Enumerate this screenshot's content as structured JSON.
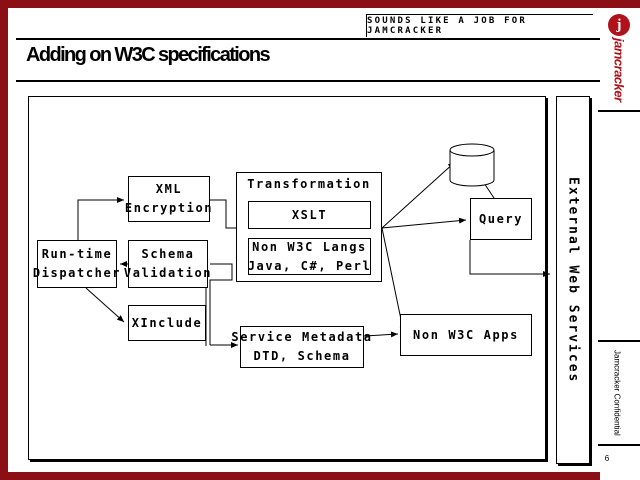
{
  "header": {
    "tagline": "SOUNDS LIKE A JOB FOR JAMCRACKER",
    "title": "Adding on W3C specifications"
  },
  "brand": {
    "logo_letter": "j",
    "logo_word": "jamcracker",
    "confidential": "Jamcracker Confidential",
    "page_number": "6"
  },
  "diagram": {
    "xml_encryption": [
      "XML",
      "Encryption"
    ],
    "runtime_dispatcher": [
      "Run-time",
      "Dispatcher"
    ],
    "schema_validation": [
      "Schema",
      "Validation"
    ],
    "xinclude": "XInclude",
    "transformation_label": "Transformation",
    "xslt": "XSLT",
    "non_w3c_langs": [
      "Non W3C Langs",
      "Java, C#, Perl"
    ],
    "service_metadata": [
      "Service Metadata",
      "DTD, Schema"
    ],
    "query": "Query",
    "non_w3c_apps": "Non W3C Apps",
    "external_web_services": "External Web Services"
  },
  "colors": {
    "background": "#8b0f14",
    "brand_red": "#b0121b"
  }
}
